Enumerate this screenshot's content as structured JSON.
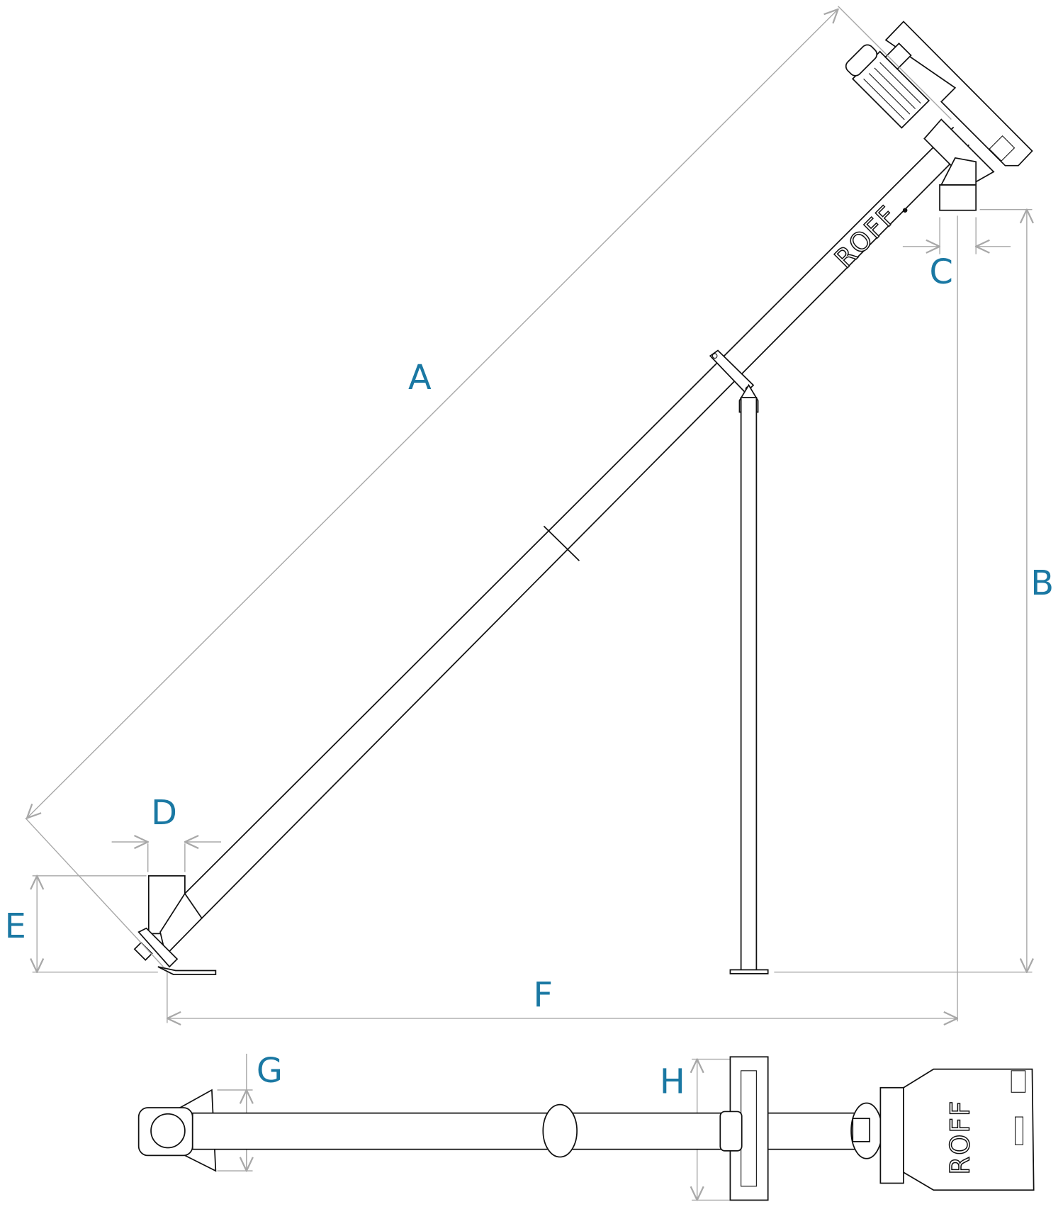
{
  "diagram": {
    "brand": "ROFF",
    "label_color": "#1a78a3",
    "labels": {
      "A": "A",
      "B": "B",
      "C": "C",
      "D": "D",
      "E": "E",
      "F": "F",
      "G": "G",
      "H": "H"
    }
  }
}
